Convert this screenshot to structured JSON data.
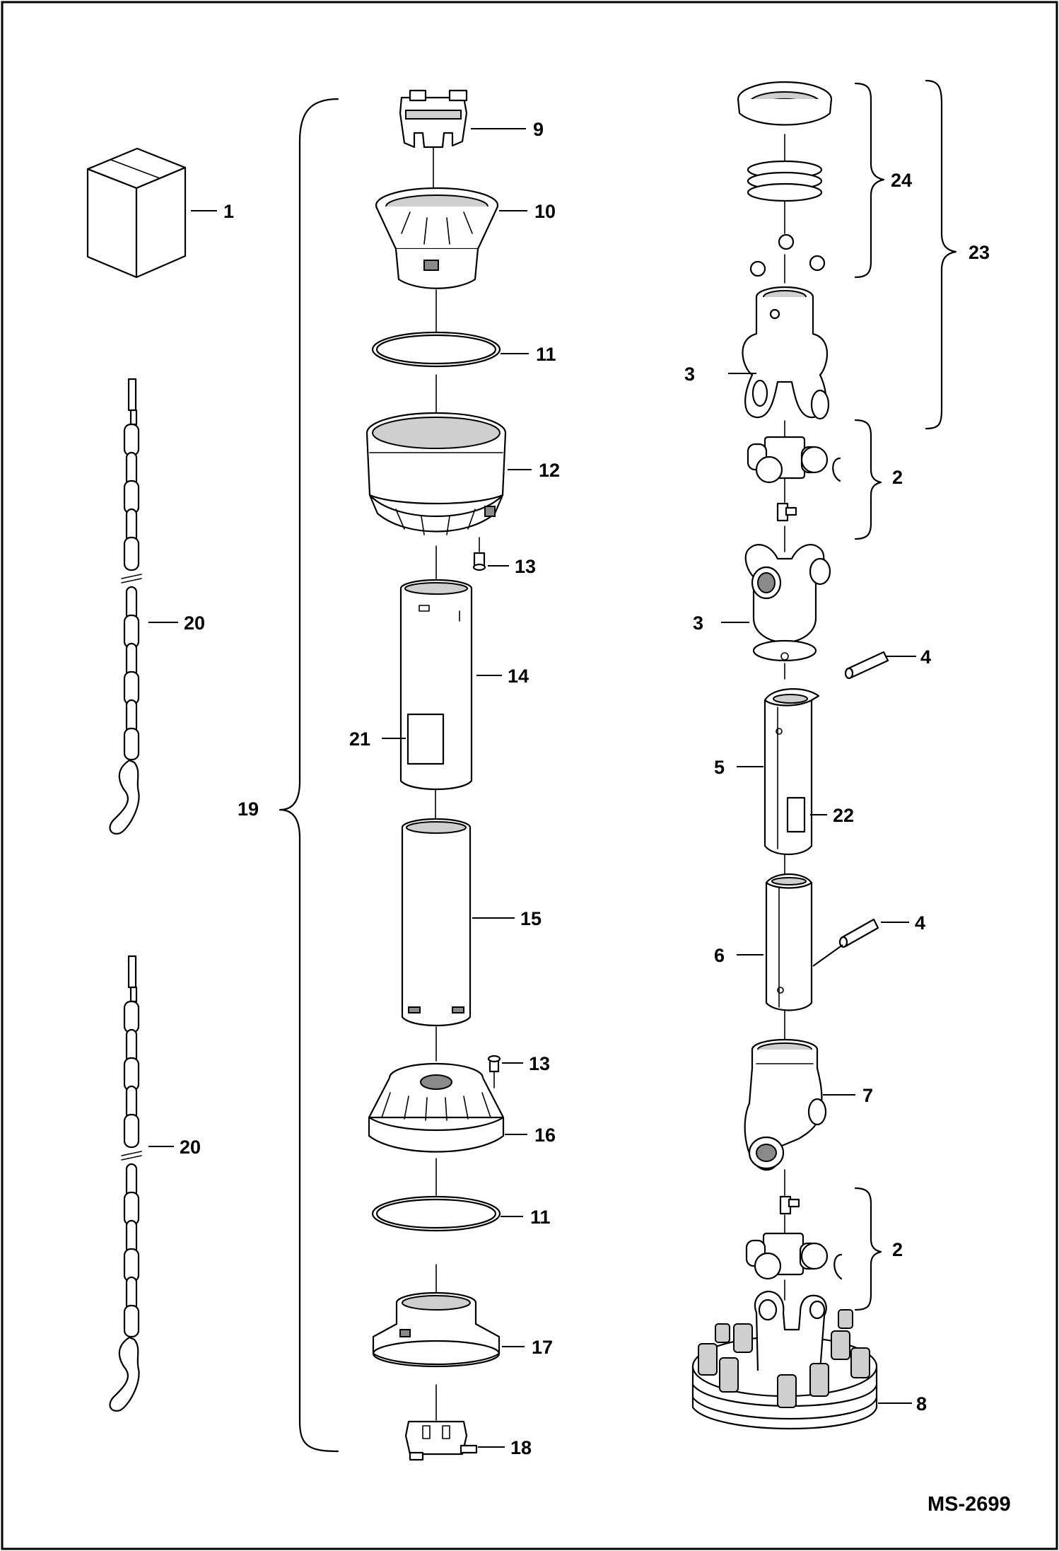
{
  "diagram": {
    "drawing_number": "MS-2699",
    "callouts": {
      "c1": "1",
      "c9": "9",
      "c10": "10",
      "c11a": "11",
      "c12": "12",
      "c13a": "13",
      "c14": "14",
      "c21": "21",
      "c19": "19",
      "c15": "15",
      "c13b": "13",
      "c16": "16",
      "c11b": "11",
      "c17": "17",
      "c18": "18",
      "c20a": "20",
      "c20b": "20",
      "c24": "24",
      "c23": "23",
      "c3a": "3",
      "c2a": "2",
      "c3b": "3",
      "c4a": "4",
      "c5": "5",
      "c22": "22",
      "c6": "6",
      "c4b": "4",
      "c7": "7",
      "c2b": "2",
      "c8": "8"
    }
  }
}
